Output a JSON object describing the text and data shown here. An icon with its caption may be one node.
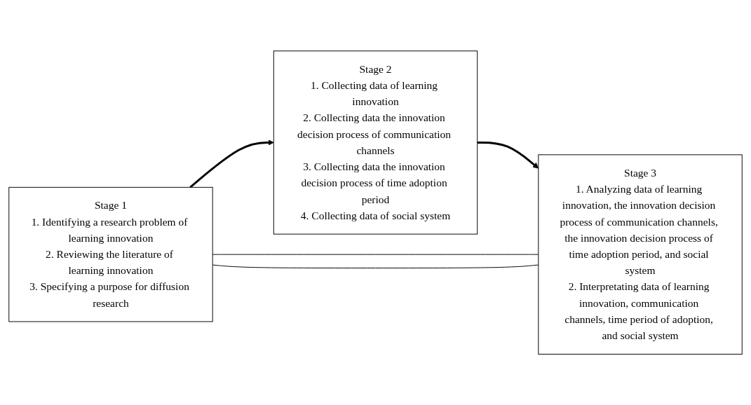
{
  "diagram": {
    "nodes": [
      {
        "text": [
          "Stage 1",
          "1. Identifying a research problem of learning innovation",
          "2. Reviewing the literature of learning innovation",
          "3. Specifying a purpose for diffusion research"
        ]
      },
      {
        "text": [
          "Stage 2",
          "1. Collecting data of learning innovation",
          "2. Collecting data the innovation decision process of communication channels",
          "3. Collecting data the innovation decision process of time adoption period",
          "4. Collecting data of social system"
        ]
      },
      {
        "text": [
          "Stage 3",
          "1. Analyzing data of learning innovation, the innovation decision process of communication channels, the innovation decision process of time adoption period, and social system",
          "2. Interpretating data of learning innovation, communication channels, time period of adoption, and social system"
        ]
      }
    ],
    "edges": [
      {
        "from": 0,
        "to": 1,
        "arrow": "to",
        "style": "thick"
      },
      {
        "from": 1,
        "to": 2,
        "arrow": "to",
        "style": "thick"
      },
      {
        "from": 0,
        "to": 2,
        "arrow": "none"
      },
      {
        "from": 0,
        "to": 2,
        "arrow": "none"
      }
    ]
  }
}
